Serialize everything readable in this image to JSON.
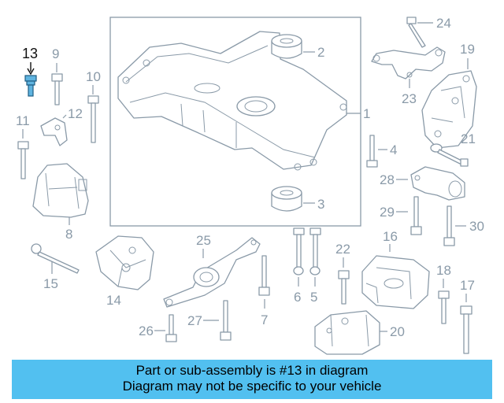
{
  "callouts": {
    "c1": "1",
    "c2": "2",
    "c3": "3",
    "c4": "4",
    "c5": "5",
    "c6": "6",
    "c7": "7",
    "c8": "8",
    "c9": "9",
    "c10": "10",
    "c11": "11",
    "c12": "12",
    "c13": "13",
    "c14": "14",
    "c15": "15",
    "c16": "16",
    "c17": "17",
    "c18": "18",
    "c19": "19",
    "c20": "20",
    "c21": "21",
    "c22": "22",
    "c23": "23",
    "c24": "24",
    "c25": "25",
    "c26": "26",
    "c27": "27",
    "c28": "28",
    "c29": "29",
    "c30": "30"
  },
  "highlight_color": "#5fb4e0",
  "banner_color": "#52c0f0",
  "banner": {
    "line1": "Part or sub-assembly is #13 in diagram",
    "line2": "Diagram may not be specific to your vehicle"
  }
}
